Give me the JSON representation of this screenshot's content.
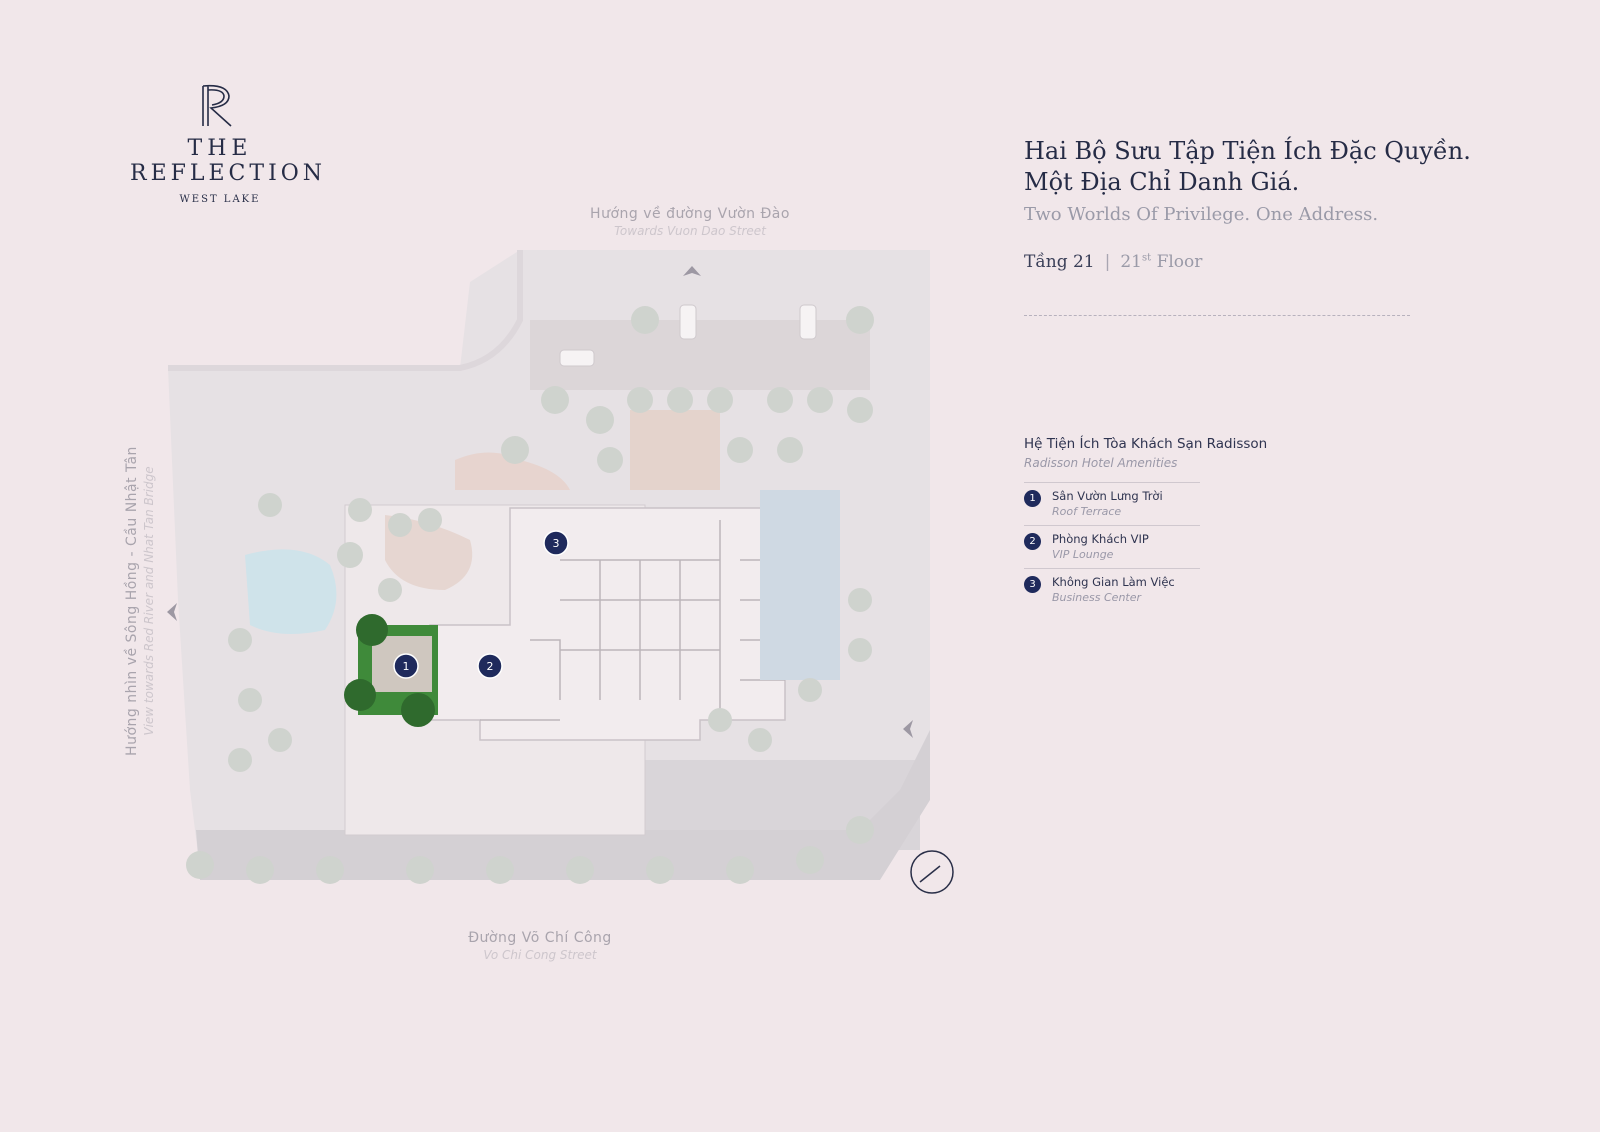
{
  "logo": {
    "mark": "R",
    "line1": "THE",
    "line2": "REFLECTION",
    "line3": "WEST LAKE"
  },
  "heading": {
    "title_line1": "Hai Bộ Sưu Tập Tiện Ích Đặc Quyền.",
    "title_line2": "Một Địa Chỉ Danh Giá.",
    "title_en": "Two Worlds Of Privilege. One Address."
  },
  "floor": {
    "vi": "Tầng 21",
    "separator": "|",
    "en_num": "21",
    "en_suffix": "st",
    "en_word": "Floor"
  },
  "amenities": {
    "title": "Hệ Tiện Ích Tòa Khách Sạn Radisson",
    "subtitle": "Radisson Hotel Amenities",
    "items": [
      {
        "num": "1",
        "vi": "Sân Vườn Lưng Trời",
        "en": "Roof Terrace"
      },
      {
        "num": "2",
        "vi": "Phòng Khách VIP",
        "en": "VIP Lounge"
      },
      {
        "num": "3",
        "vi": "Không Gian Làm Việc",
        "en": "Business Center"
      }
    ]
  },
  "streets": {
    "top_vi": "Hướng về đường Vườn Đào",
    "top_en": "Towards Vuon Dao Street",
    "bottom_vi": "Đường Võ Chí Công",
    "bottom_en": "Vo Chi Cong Street",
    "left_vi": "Hướng nhìn về Sông Hồng - Cầu Nhật Tân",
    "left_en": "View towards Red River and Nhat Tan Bridge"
  },
  "markers": [
    "1",
    "2",
    "3"
  ],
  "colors": {
    "background": "#f1e7ea",
    "marker": "#1f2a5c",
    "highlight_green": "#3f8a3a",
    "text_dark": "#262c46",
    "text_muted": "#9a9aa8"
  }
}
